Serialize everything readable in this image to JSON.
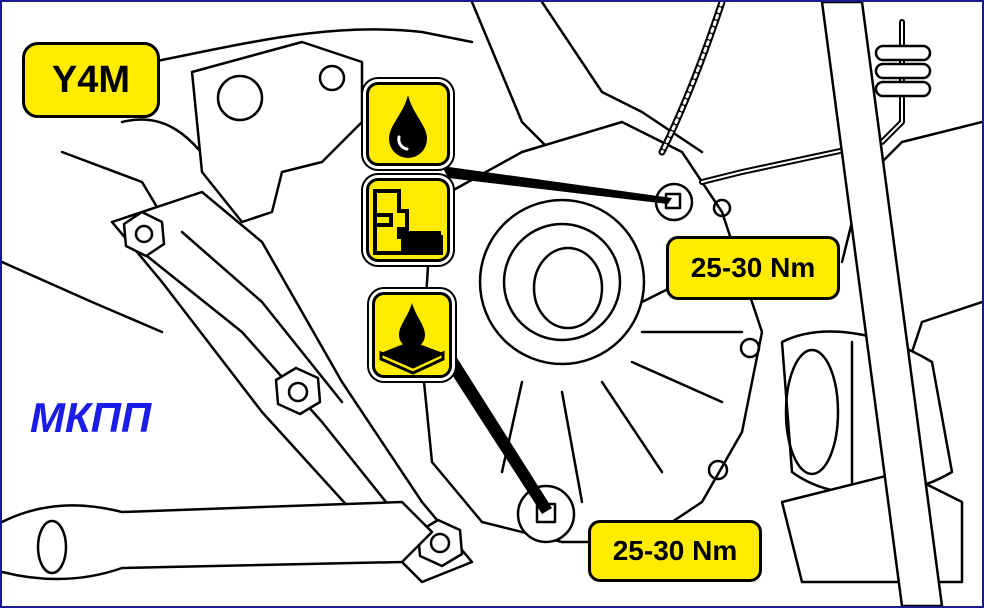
{
  "model": "Y4M",
  "gearbox": "МКПП",
  "torque_upper": "25-30 Nm",
  "torque_lower": "25-30 Nm",
  "colors": {
    "label_fill": "#ffec00",
    "outline": "#000000",
    "gearbox_text": "#1c1ce8",
    "frame": "#1a1a8c"
  },
  "icons": {
    "oil": "oil-drop-icon",
    "drain": "drain-plug-icon",
    "sealant": "sealant-drop-icon"
  }
}
